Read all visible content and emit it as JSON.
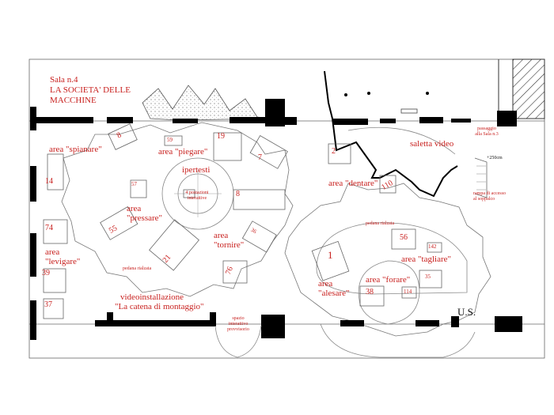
{
  "title": {
    "line1": "Sala n.4",
    "line2": "LA SOCIETA' DELLE",
    "line3": "MACCHINE"
  },
  "areas": {
    "spianare": "area \"spianare\"",
    "piegare": "area \"piegare\"",
    "ipertesti": "ipertesti",
    "postazioni_1": "4 postazioni",
    "postazioni_2": "interattive",
    "pressare_1": "area",
    "pressare_2": "\"pressare\"",
    "levigare_1": "area",
    "levigare_2": "\"levigare\"",
    "tornire_1": "area",
    "tornire_2": "\"tornire\"",
    "pedana_left": "pedana rialzata",
    "video_1": "videoinstallazione",
    "video_2": "\"La catena di montaggio\"",
    "spazio_1": "spazio",
    "spazio_2": "interattivo",
    "spazio_3": "provvisorio",
    "dentare": "area \"dentare\"",
    "saletta": "saletta video",
    "passaggio_1": "passaggio",
    "passaggio_2": "alla Sala n.3",
    "quota": "+250cm",
    "rampa_1": "rampa di accesso",
    "rampa_2": "al soppalco",
    "pedana_right": "pedana rialzata",
    "tagliare": "area \"tagliare\"",
    "forare": "area \"forare\"",
    "alesare_1": "area",
    "alesare_2": "\"alesare\"",
    "us": "U.S."
  },
  "numbers": {
    "n8a": "8",
    "n59": "59",
    "n19": "19",
    "n7": "7",
    "n14": "14",
    "n57": "57",
    "n8b": "8",
    "n55": "55",
    "n74": "74",
    "n39": "39",
    "n37": "37",
    "n21": "21",
    "n36": "36",
    "n76": "76",
    "n2": "2",
    "n110": "110",
    "n56": "56",
    "n142": "142",
    "n1": "1",
    "n35": "35",
    "n38": "38",
    "n114": "114"
  },
  "colors": {
    "label": "#c8201e",
    "wall": "#000000",
    "line": "#444444"
  }
}
